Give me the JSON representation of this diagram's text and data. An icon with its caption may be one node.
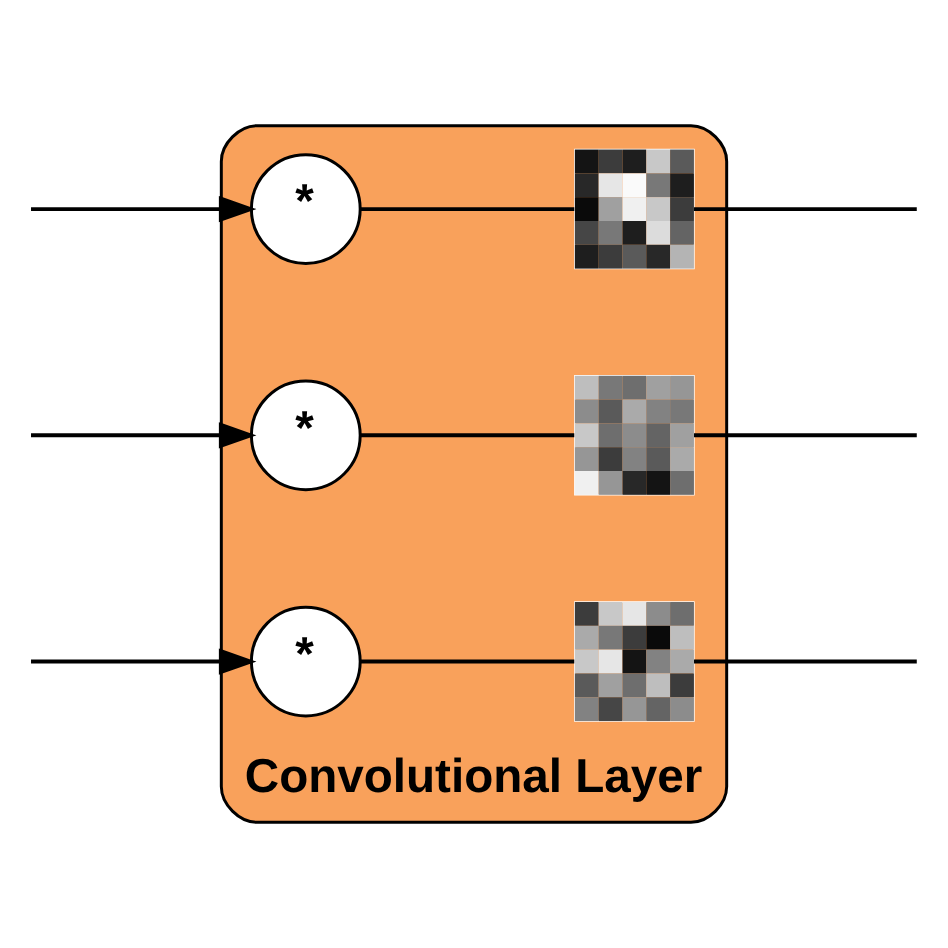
{
  "diagram": {
    "nodes": [
      {
        "text": [
          "Convolutional Layer"
        ]
      },
      {
        "text": [
          "*"
        ],
        "in": 0
      },
      {
        "text": [],
        "shape": "picture",
        "in": 0
      },
      {
        "text": [
          "*"
        ],
        "in": 0
      },
      {
        "text": [],
        "shape": "picture",
        "in": 0
      },
      {
        "text": [
          "*"
        ],
        "in": 0
      },
      {
        "text": [],
        "shape": "picture",
        "in": 0
      }
    ],
    "edges": [
      {
        "from": null,
        "to": 1,
        "arrow": "to"
      },
      {
        "from": null,
        "to": 3,
        "arrow": "to"
      },
      {
        "from": null,
        "to": 5,
        "arrow": "to"
      },
      {
        "from": 1,
        "to": 2,
        "arrow": "none"
      },
      {
        "from": 3,
        "to": 4,
        "arrow": "none"
      },
      {
        "from": 5,
        "to": 6,
        "arrow": "none"
      },
      {
        "from": 2,
        "to": null,
        "arrow": "none"
      },
      {
        "from": 4,
        "to": null,
        "arrow": "none"
      },
      {
        "from": 6,
        "to": null,
        "arrow": "none"
      }
    ]
  }
}
